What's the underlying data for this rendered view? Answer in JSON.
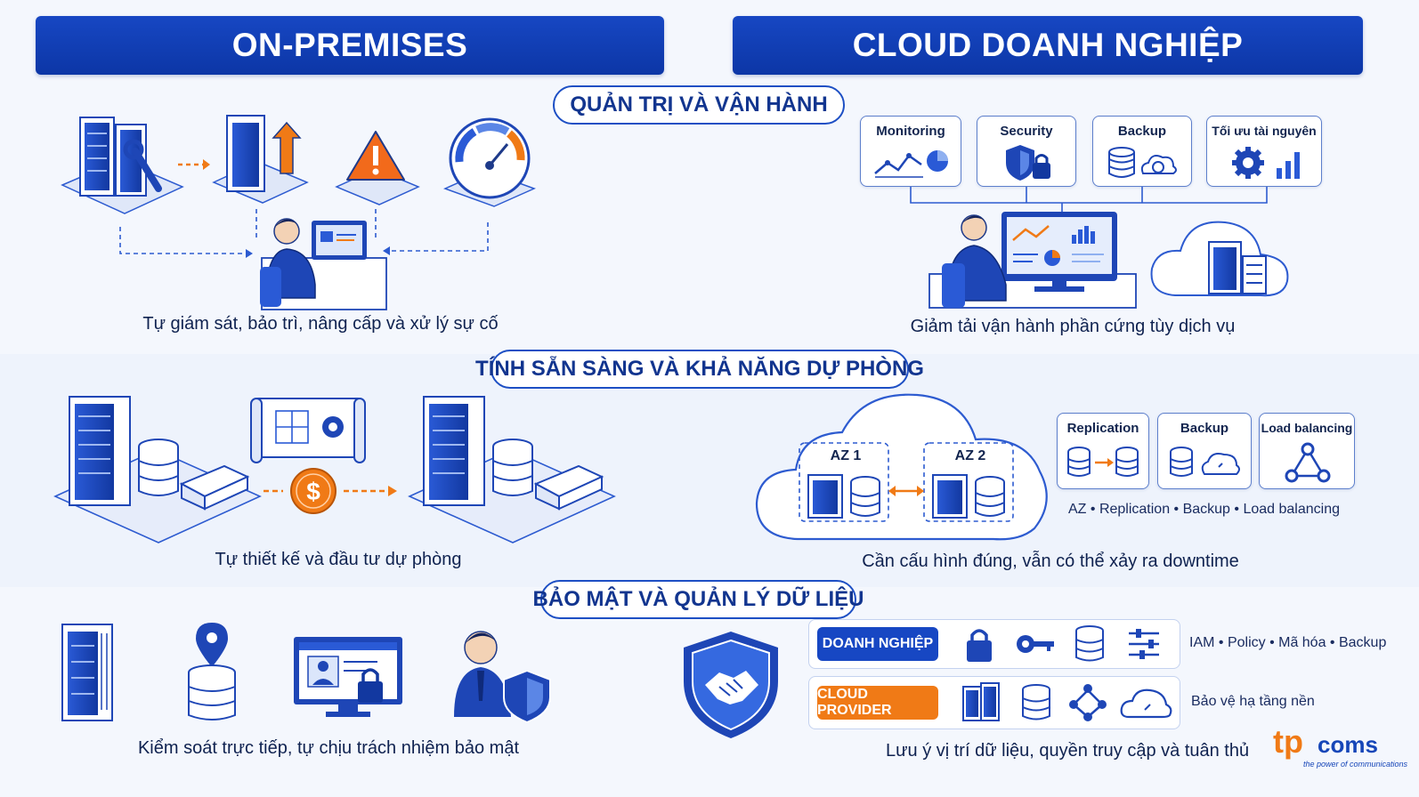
{
  "headers": {
    "left": "ON-PREMISES",
    "right": "CLOUD DOANH NGHIỆP"
  },
  "sections": {
    "ops": {
      "title": "QUẢN TRỊ VÀ VẬN HÀNH",
      "left_caption": "Tự giám sát, bảo trì, nâng cấp và xử lý sự cố",
      "right_caption": "Giảm tải vận hành phần cứng tùy dịch vụ",
      "cards": [
        "Monitoring",
        "Security",
        "Backup",
        "Tối ưu tài nguyên"
      ]
    },
    "availability": {
      "title": "TÍNH SẴN SÀNG VÀ KHẢ NĂNG DỰ PHÒNG",
      "left_caption": "Tự thiết kế và đầu tư dự phòng",
      "right_caption": "Cần cấu hình đúng, vẫn có thể xảy ra downtime",
      "az1": "AZ 1",
      "az2": "AZ 2",
      "cards": [
        "Replication",
        "Backup",
        "Load balancing"
      ],
      "features_line": "AZ • Replication • Backup • Load balancing"
    },
    "security": {
      "title": "BẢO MẬT VÀ QUẢN LÝ DỮ LIỆU",
      "left_caption": "Kiểm soát trực tiếp, tự chịu trách nhiệm bảo mật",
      "right_caption": "Lưu ý vị trí dữ liệu, quyền truy cập và tuân thủ",
      "enterprise_label": "DOANH NGHIỆP",
      "enterprise_note": "IAM • Policy • Mã hóa • Backup",
      "provider_label": "CLOUD PROVIDER",
      "provider_note": "Bảo vệ hạ tầng nền"
    }
  },
  "logo": {
    "main": "tp",
    "suffix": "coms",
    "tagline": "the power of communications"
  },
  "colors": {
    "primary": "#1747c3",
    "accent": "#f07a16",
    "alert": "#f26a1b",
    "background": "#f1f5fc"
  },
  "icons": [
    "server-rack-icon",
    "wrench-icon",
    "upgrade-arrow-icon",
    "warning-icon",
    "gauge-icon",
    "admin-person-icon",
    "monitor-icon",
    "chart-icon",
    "shield-lock-icon",
    "database-icon",
    "cloud-icon",
    "gear-icon",
    "dollar-icon",
    "blueprint-icon",
    "network-switch-icon",
    "location-pin-icon",
    "key-icon",
    "sliders-icon",
    "handshake-shield-icon",
    "topology-icon"
  ]
}
